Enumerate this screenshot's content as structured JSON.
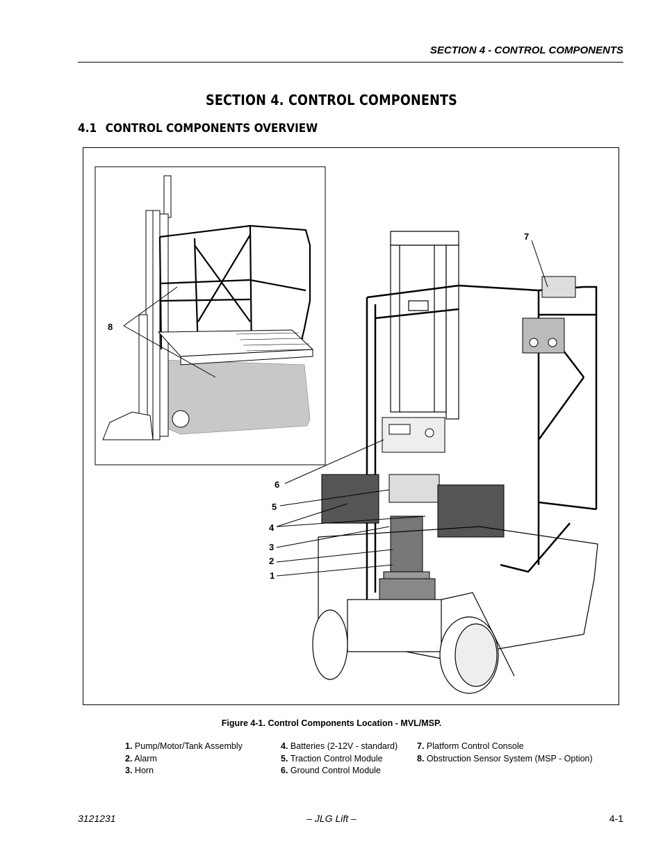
{
  "header": {
    "running_title": "SECTION 4 - CONTROL COMPONENTS"
  },
  "section_title": "SECTION 4.  CONTROL COMPONENTS",
  "subsection": {
    "number": "4.1",
    "title": "CONTROL COMPONENTS OVERVIEW"
  },
  "figure": {
    "callouts": [
      "1",
      "2",
      "3",
      "4",
      "5",
      "6",
      "7",
      "8"
    ],
    "caption": "Figure 4-1.  Control Components Location - MVL/MSP."
  },
  "legend": [
    {
      "num": "1.",
      "text": "Pump/Motor/Tank Assembly"
    },
    {
      "num": "2.",
      "text": "Alarm"
    },
    {
      "num": "3.",
      "text": "Horn"
    },
    {
      "num": "4.",
      "text": "Batteries (2-12V - standard)"
    },
    {
      "num": "5.",
      "text": "Traction Control Module"
    },
    {
      "num": "6.",
      "text": "Ground Control Module"
    },
    {
      "num": "7.",
      "text": "Platform Control Console"
    },
    {
      "num": "8.",
      "text": "Obstruction Sensor System (MSP - Option)"
    }
  ],
  "footer": {
    "doc_number": "3121231",
    "brand": "– JLG Lift –",
    "page": "4-1"
  }
}
